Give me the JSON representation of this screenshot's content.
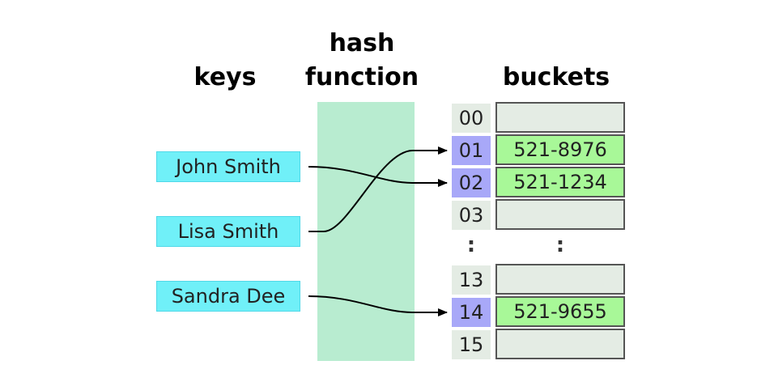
{
  "headings": {
    "keys": "keys",
    "hash_line1": "hash",
    "hash_line2": "function",
    "buckets": "buckets"
  },
  "keys": [
    {
      "label": "John Smith",
      "slot": "02"
    },
    {
      "label": "Lisa Smith",
      "slot": "01"
    },
    {
      "label": "Sandra Dee",
      "slot": "14"
    }
  ],
  "slots": [
    {
      "index": "00",
      "value": "",
      "highlighted": false
    },
    {
      "index": "01",
      "value": "521-8976",
      "highlighted": true
    },
    {
      "index": "02",
      "value": "521-1234",
      "highlighted": true
    },
    {
      "index": "03",
      "value": "",
      "highlighted": false
    },
    {
      "index": "13",
      "value": "",
      "highlighted": false
    },
    {
      "index": "14",
      "value": "521-9655",
      "highlighted": true
    },
    {
      "index": "15",
      "value": "",
      "highlighted": false
    }
  ],
  "ellipsis": ":",
  "colors": {
    "key_fill": "#70f0f8",
    "hash_fill": "#b8ecd0",
    "index_plain": "#e4ece4",
    "index_highlight": "#a8a8f8",
    "bucket_empty": "#e4ece4",
    "bucket_filled": "#a8f898"
  }
}
